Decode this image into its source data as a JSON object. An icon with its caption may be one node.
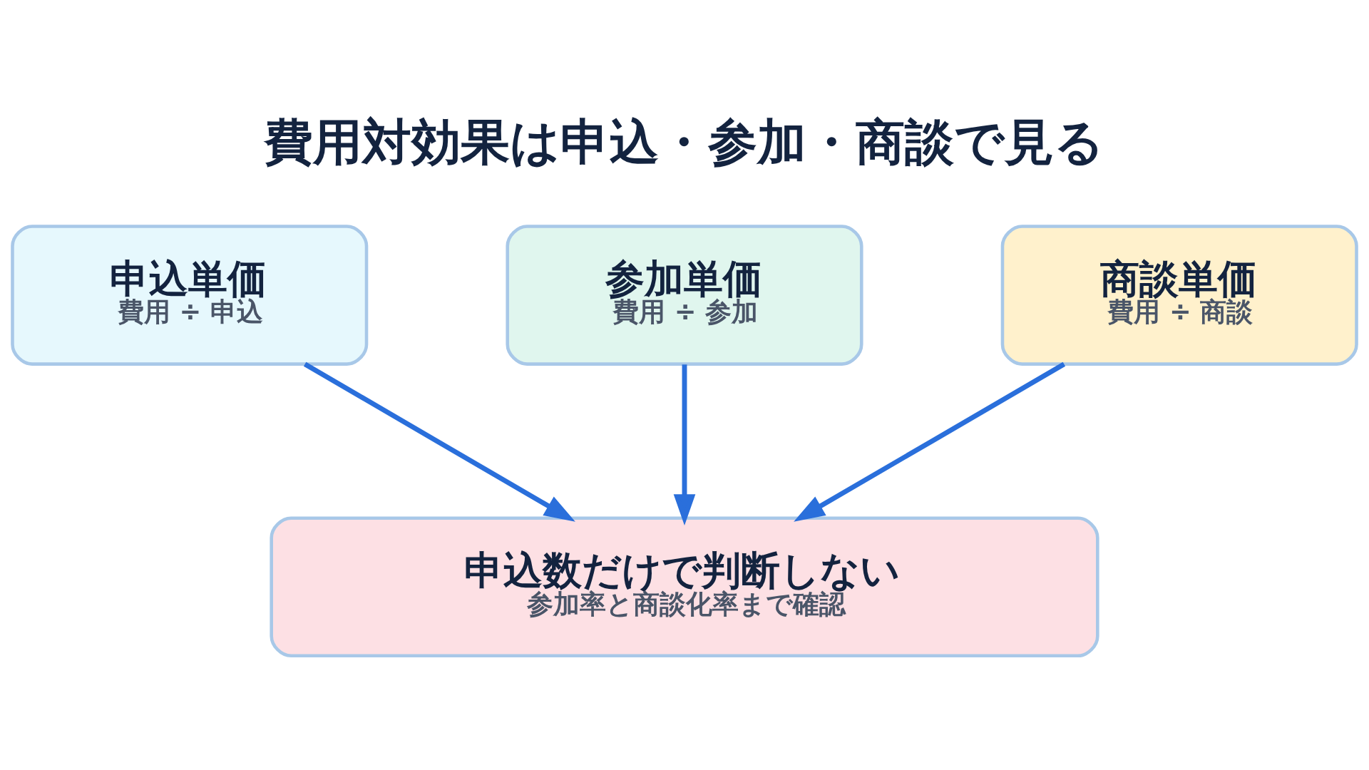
{
  "diagram": {
    "title": "費用対効果は申込・参加・商談で見る",
    "nodes": [
      {
        "text": [
          "申込単価",
          "費用 ÷ 申込"
        ]
      },
      {
        "text": [
          "参加単価",
          "費用 ÷ 参加"
        ]
      },
      {
        "text": [
          "商談単価",
          "費用 ÷ 商談"
        ]
      },
      {
        "text": [
          "申込数だけで判断しない",
          "参加率と商談化率まで確認"
        ]
      }
    ],
    "edges": [
      {
        "from": 0,
        "to": 3,
        "arrow": "to"
      },
      {
        "from": 1,
        "to": 3,
        "arrow": "to"
      },
      {
        "from": 2,
        "to": 3,
        "arrow": "to"
      }
    ]
  }
}
